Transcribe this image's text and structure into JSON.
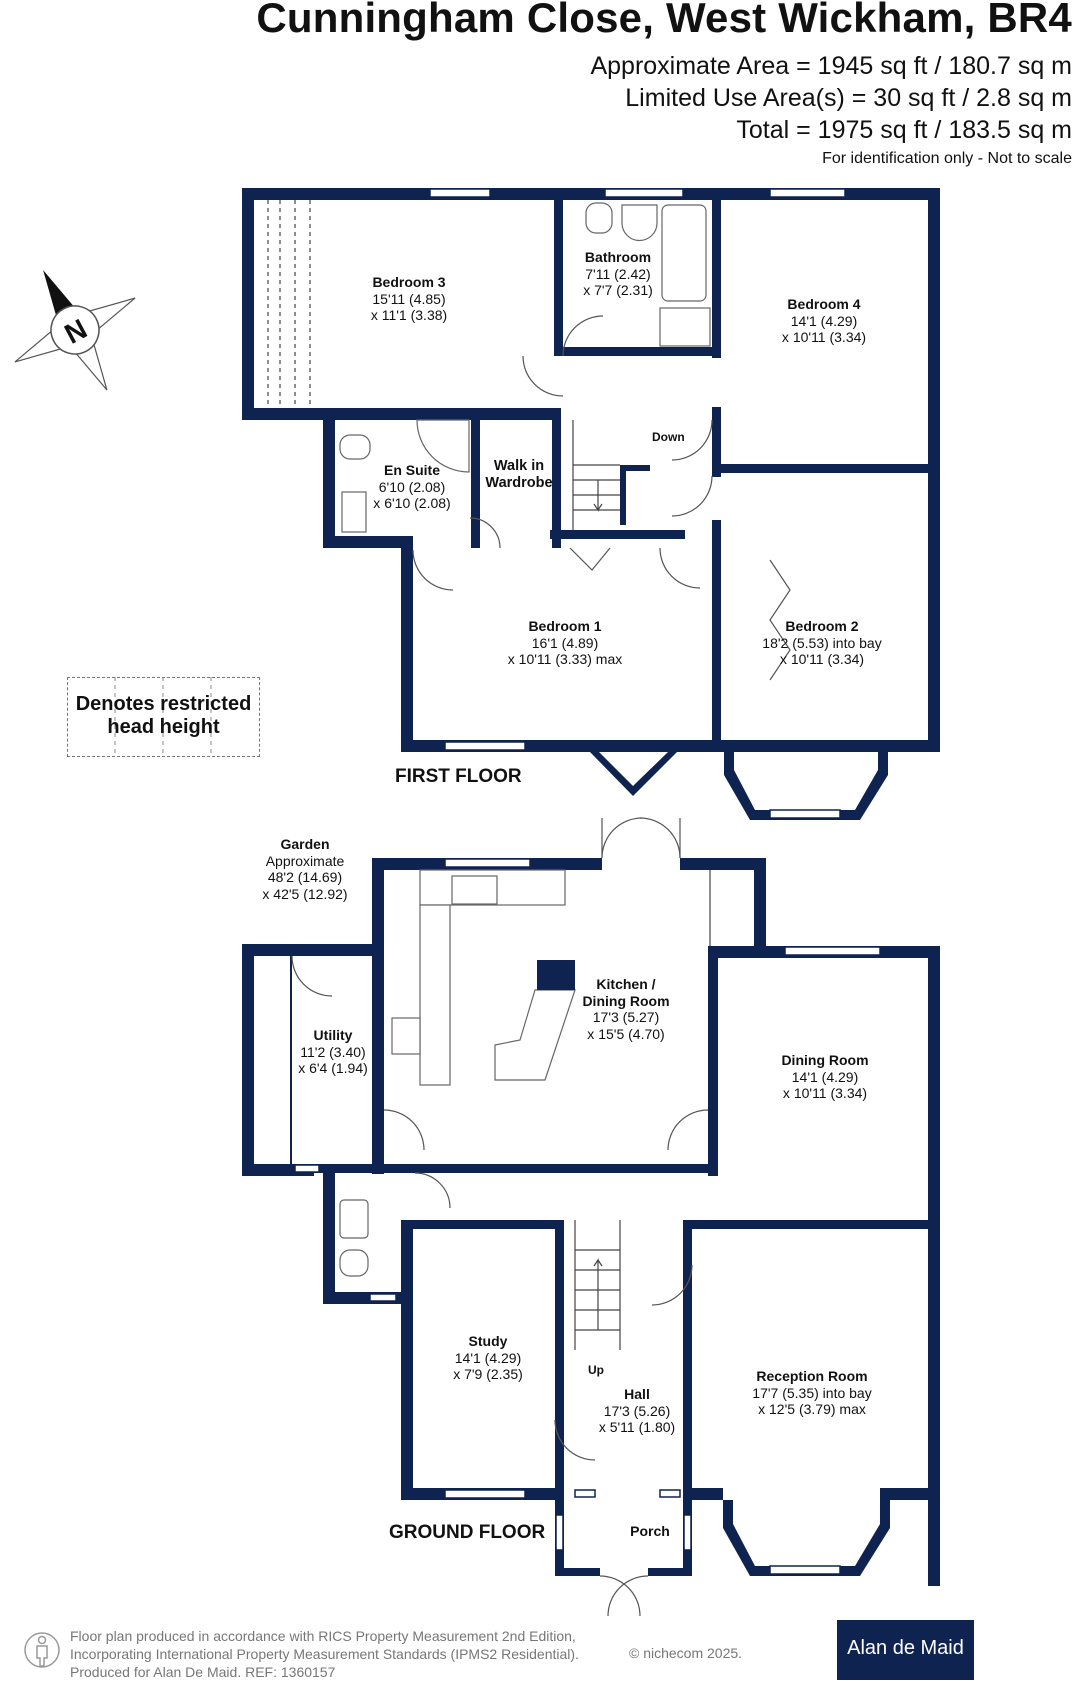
{
  "header": {
    "title": "Cunningham Close, West Wickham, BR4",
    "area_approx": "Approximate Area = 1945 sq ft / 180.7 sq m",
    "limited_use": "Limited Use Area(s) = 30 sq ft / 2.8 sq m",
    "total": "Total = 1975 sq ft / 183.5 sq m",
    "note": "For identification only - Not to scale"
  },
  "compass": {
    "letter": "N",
    "icon": "compass-icon"
  },
  "legend": {
    "line1": "Denotes restricted",
    "line2": "head height"
  },
  "first_floor": {
    "label": "FIRST FLOOR",
    "stairs_label": "Down",
    "rooms": [
      {
        "name": "Bedroom 3",
        "dim1": "15'11 (4.85)",
        "dim2": "x 11'1 (3.38)"
      },
      {
        "name": "Bathroom",
        "dim1": "7'11 (2.42)",
        "dim2": "x 7'7 (2.31)"
      },
      {
        "name": "Bedroom 4",
        "dim1": "14'1 (4.29)",
        "dim2": "x 10'11 (3.34)"
      },
      {
        "name": "En Suite",
        "dim1": "6'10 (2.08)",
        "dim2": "x 6'10 (2.08)"
      },
      {
        "name": "Walk in",
        "dim1": "Wardrobe",
        "dim2": ""
      },
      {
        "name": "Bedroom 1",
        "dim1": "16'1 (4.89)",
        "dim2": "x 10'11 (3.33) max"
      },
      {
        "name": "Bedroom 2",
        "dim1": "18'2 (5.53) into bay",
        "dim2": "x 10'11 (3.34)"
      }
    ]
  },
  "ground_floor": {
    "label": "GROUND FLOOR",
    "stairs_label": "Up",
    "garden": {
      "name": "Garden",
      "dim0": "Approximate",
      "dim1": "48'2 (14.69)",
      "dim2": "x 42'5 (12.92)"
    },
    "rooms": [
      {
        "name": "Kitchen /",
        "name2": "Dining Room",
        "dim1": "17'3 (5.27)",
        "dim2": "x 15'5 (4.70)"
      },
      {
        "name": "Utility",
        "dim1": "11'2 (3.40)",
        "dim2": "x 6'4 (1.94)"
      },
      {
        "name": "Dining Room",
        "dim1": "14'1 (4.29)",
        "dim2": "x 10'11 (3.34)"
      },
      {
        "name": "Study",
        "dim1": "14'1 (4.29)",
        "dim2": "x 7'9 (2.35)"
      },
      {
        "name": "Hall",
        "dim1": "17'3 (5.26)",
        "dim2": "x 5'11 (1.80)"
      },
      {
        "name": "Reception Room",
        "dim1": "17'7 (5.35) into bay",
        "dim2": "x 12'5 (3.79) max"
      },
      {
        "name": "Porch"
      }
    ]
  },
  "footer": {
    "line1": "Floor plan produced in accordance with RICS Property Measurement 2nd Edition,",
    "line2": "Incorporating International Property Measurement Standards (IPMS2 Residential).",
    "line3": "Produced for Alan De Maid.   REF:  1360157",
    "copyright": "© nichecom 2025.",
    "brand": "Alan de Maid"
  },
  "colors": {
    "wall": "#0f2350",
    "brand_bg": "#0f2350",
    "footer_text": "#777777"
  }
}
